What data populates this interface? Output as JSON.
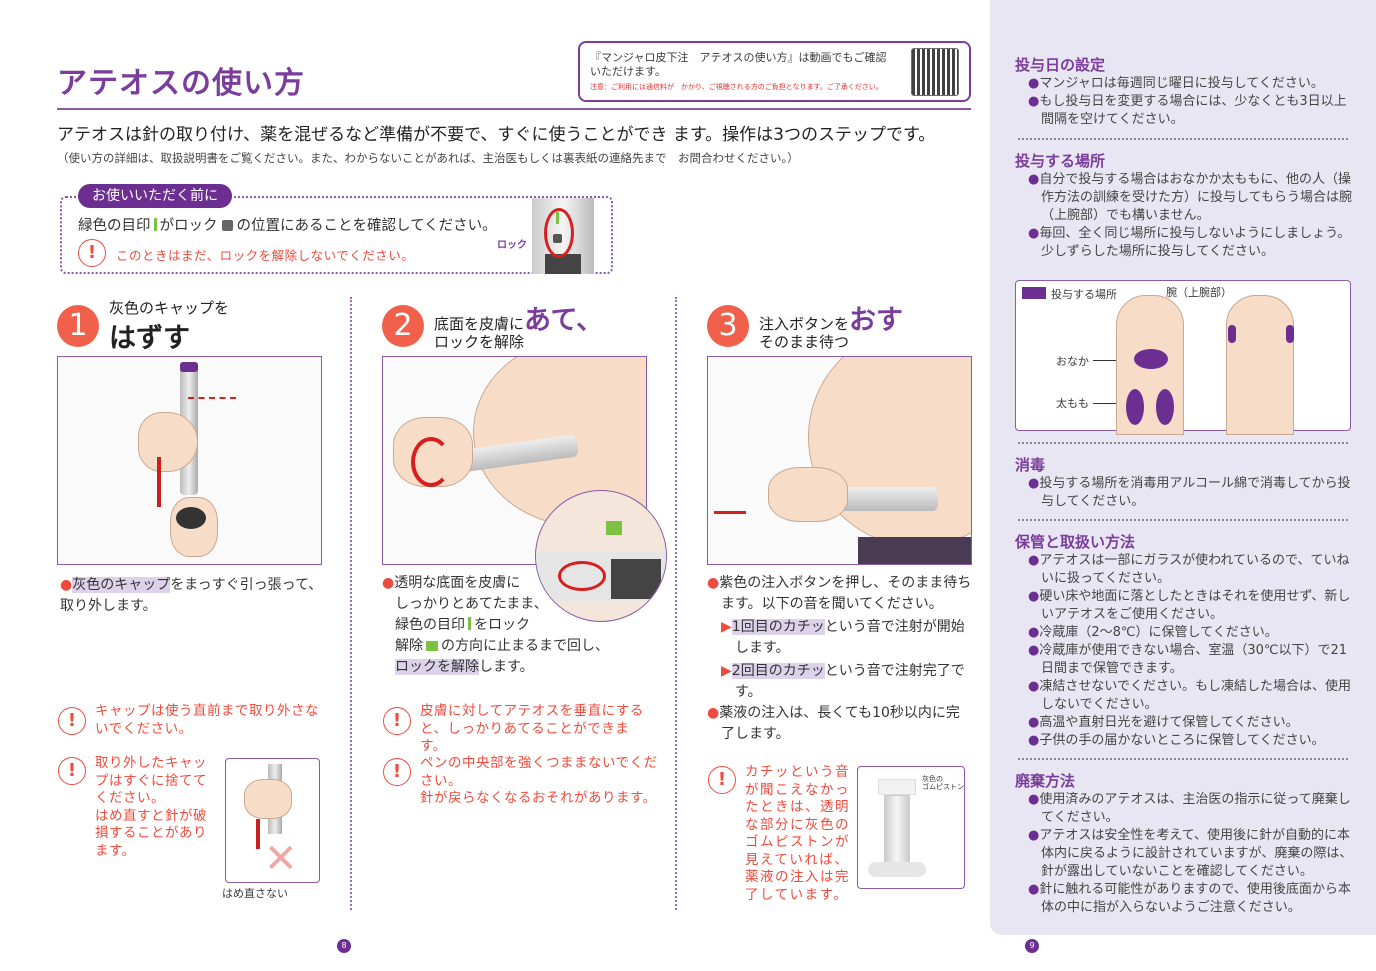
{
  "title": "アテオスの使い方",
  "video": {
    "line1": "『マンジャロ皮下注　アテオスの使い方』は動画でもご確認",
    "line2": "いただけます。",
    "caution": "注意：ご利用には通信料が　かかり、ご視聴される方のご負担となります。ご了承ください。",
    "qr": "qr-code"
  },
  "lead": "アテオスは針の取り付け、薬を混ぜるなど準備が不要で、すぐに使うことができ ます。操作は3つのステップです。",
  "note": "（使い方の詳細は、取扱説明書をご覧ください。また、わからないことがあれば、主治医もしくは裏表紙の連絡先まで　お問合わせください。）",
  "before": {
    "tag": "お使いいただく前に",
    "t1": "緑色の目印",
    "t2": "がロック",
    "t3": "の位置にあることを確認してください。",
    "warn": "このときはまだ、ロックを解除しないでください。",
    "lock_label": "ロック"
  },
  "steps": [
    {
      "num": "1",
      "small": "灰色のキャップを",
      "big": "はずす",
      "hl": "灰色のキャップ",
      "text": "をまっすぐ引っ張って、取り外します。",
      "warn1": "キャップは使う直前まで取り外さないでください。",
      "warn2": "取り外したキャップはすぐに捨ててください。\nはめ直すと針が破損することがあります。",
      "caption": "はめ直さない"
    },
    {
      "num": "2",
      "small": "底面を皮膚に",
      "accent": "あて、",
      "small2": "ロックを解除",
      "t1": "透明な底面を皮膚に",
      "t2": "しっかりとあてたまま、",
      "t3": "緑色の目印",
      "t4": "をロック",
      "t5": "解除",
      "t6": "の方向に止まるまで回し、",
      "hl": "ロックを解除",
      "t7": "します。",
      "warn1": "皮膚に対してアテオスを垂直にすると、しっかりあてることができます。",
      "warn2": "ペンの中央部を強くつままないでください。\n針が戻らなくなるおそれがあります。"
    },
    {
      "num": "3",
      "small": "注入ボタンを",
      "accent": "おす",
      "small2": "そのまま待つ",
      "t1": "紫色の注入ボタンを押し、そのまま待ちます。以下の音を聞いてください。",
      "hl1": "1回目のカチッ",
      "s1": "という音で注射が開始します。",
      "hl2": "2回目のカチッ",
      "s2": "という音で注射完了です。",
      "t2": "薬液の注入は、長くても10秒以内に完了します。",
      "warn1": "カチッという音が聞こえなかったときは、透明な部分に灰色のゴムピストンが見えていれば、薬液の注入は完了しています。",
      "piston_label": "灰色の\nゴムピストン"
    }
  ],
  "page_left": "8",
  "page_right": "9",
  "right": {
    "sections": [
      {
        "heading": "投与日の設定",
        "items": [
          "マンジャロは毎週同じ曜日に投与してください。",
          "もし投与日を変更する場合には、少なくとも3日以上間隔を空けてください。"
        ]
      },
      {
        "heading": "投与する場所",
        "items": [
          "自分で投与する場合はおなかか太ももに、他の人（操作方法の訓練を受けた方）に投与してもらう場合は腕（上腕部）でも構いません。",
          "毎回、全く同じ場所に投与しないようにしましょう。少しずらした場所に投与してください。"
        ]
      },
      {
        "heading": "消毒",
        "items": [
          "投与する場所を消毒用アルコール綿で消毒してから投与してください。"
        ]
      },
      {
        "heading": "保管と取扱い方法",
        "items": [
          "アテオスは一部にガラスが使われているので、ていねいに扱ってください。",
          "硬い床や地面に落としたときはそれを使用せず、新しいアテオスをご使用ください。",
          "冷蔵庫（2～8℃）に保管してください。",
          "冷蔵庫が使用できない場合、室温（30℃以下）で21日間まで保管できます。",
          "凍結させないでください。もし凍結した場合は、使用しないでください。",
          "高温や直射日光を避けて保管してください。",
          "子供の手の届かないところに保管してください。"
        ]
      },
      {
        "heading": "廃棄方法",
        "items": [
          "使用済みのアテオスは、主治医の指示に従って廃棄してください。",
          "アテオスは安全性を考えて、使用後に針が自動的に本体内に戻るように設計されていますが、廃棄の際は、針が露出していないことを確認してください。",
          "針に触れる可能性がありますので、使用後底面から本体の中に指が入らないようご注意ください。"
        ]
      }
    ],
    "map": {
      "legend": "投与する場所",
      "arm": "腕（上腕部）",
      "belly": "おなか",
      "thigh": "太もも"
    }
  },
  "colors": {
    "accent": "#7a3d9c",
    "warning": "#ef4b3c",
    "step": "#f0604a",
    "panel": "#e9e6f3",
    "mark": "#7cc142"
  }
}
